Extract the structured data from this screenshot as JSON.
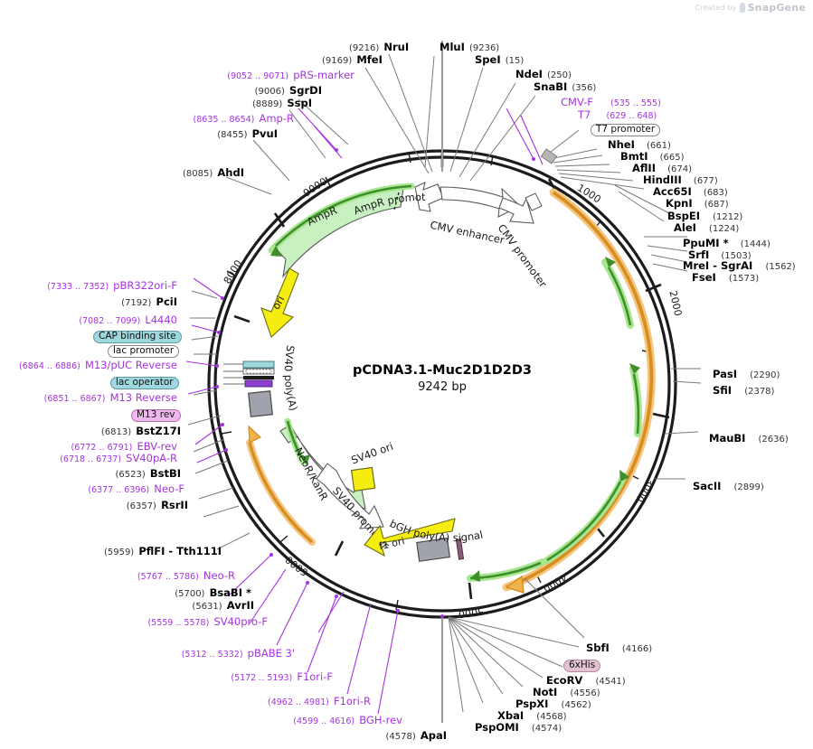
{
  "watermark": {
    "created_by": "Created by",
    "brand": "SnapGene",
    "mark_icon": "snapgene-logo-icon"
  },
  "plasmid": {
    "name": "pCDNA3.1-Muc2D1D2D3",
    "size": "9242 bp",
    "length_bp": 9242,
    "tick_labels": [
      "1000",
      "2000",
      "3000",
      "4000",
      "5000",
      "6000",
      "8000",
      "9000"
    ]
  },
  "colors": {
    "backbone": "#1c1c1c",
    "primer": "#a533e0",
    "enzyme": "#000000",
    "ampR_fill": "#c9f0c0",
    "ori_fill": "#f5ec10",
    "neoR_fill": "#c9f0c0",
    "f1ori_fill": "#f5ec10",
    "sv40ori_fill": "#f5ec10",
    "polyA_fill": "#a0a3ab",
    "insert_arc": "#f0b24a",
    "primer_arc": "#6fcf4a",
    "cap_site": "#9ed7de",
    "lac_operator": "#9ed7de",
    "m13_rev": "#efb9ef",
    "his_tag": "#e2c2d2",
    "white_arrow": "#ffffff"
  },
  "features": [
    {
      "name": "AmpR promoter",
      "type": "promoter",
      "color": "#ffffff"
    },
    {
      "name": "AmpR",
      "type": "cds",
      "color": "#c9f0c0"
    },
    {
      "name": "ori",
      "type": "rep_origin",
      "color": "#f5ec10"
    },
    {
      "name": "CMV enhancer",
      "type": "enhancer",
      "color": "#ffffff"
    },
    {
      "name": "CMV promoter",
      "type": "promoter",
      "color": "#ffffff"
    },
    {
      "name": "T7 promoter",
      "type": "promoter",
      "color": "#ffffff"
    },
    {
      "name": "SV40 poly(A) signal",
      "type": "polyA",
      "color": "#a0a3ab"
    },
    {
      "name": "NeoR/KanR",
      "type": "cds",
      "color": "#c9f0c0"
    },
    {
      "name": "SV40 promoter",
      "type": "promoter",
      "color": "#ffffff"
    },
    {
      "name": "SV40 ori",
      "type": "rep_origin",
      "color": "#f5ec10"
    },
    {
      "name": "f1 ori",
      "type": "rep_origin",
      "color": "#f5ec10"
    },
    {
      "name": "bGH poly(A) signal",
      "type": "polyA",
      "color": "#a0a3ab"
    },
    {
      "name": "CAP binding site",
      "type": "protein_bind",
      "color": "#9ed7de"
    },
    {
      "name": "lac promoter",
      "type": "promoter",
      "color": "#ffffff"
    },
    {
      "name": "lac operator",
      "type": "protein_bind",
      "color": "#9ed7de"
    },
    {
      "name": "M13 rev",
      "type": "primer_bind",
      "color": "#efb9ef"
    },
    {
      "name": "6xHis",
      "type": "tag",
      "color": "#e2c2d2"
    }
  ],
  "labels": {
    "top": [
      {
        "id": "nrul",
        "pos": "(9216)",
        "name": "NruI",
        "kind": "enzyme",
        "pos_side": "left"
      },
      {
        "id": "mfei",
        "pos": "(9169)",
        "name": "MfeI",
        "kind": "enzyme",
        "pos_side": "left"
      },
      {
        "id": "mlui",
        "pos": "(9236)",
        "name": "MluI",
        "kind": "enzyme",
        "pos_side": "right"
      },
      {
        "id": "spei",
        "pos": "(15)",
        "name": "SpeI",
        "kind": "enzyme",
        "pos_side": "right"
      },
      {
        "id": "ndei",
        "pos": "(250)",
        "name": "NdeI",
        "kind": "enzyme",
        "pos_side": "right"
      },
      {
        "id": "snabi",
        "pos": "(356)",
        "name": "SnaBI",
        "kind": "enzyme",
        "pos_side": "right"
      }
    ],
    "top_left": [
      {
        "id": "prs-marker",
        "pos": "(9052 .. 9071)",
        "name": "pRS-marker",
        "kind": "primer"
      },
      {
        "id": "sgrdi",
        "pos": "(9006)",
        "name": "SgrDI",
        "kind": "enzyme"
      },
      {
        "id": "sspi",
        "pos": "(8889)",
        "name": "SspI",
        "kind": "enzyme"
      },
      {
        "id": "amp-r",
        "pos": "(8635 .. 8654)",
        "name": "Amp-R",
        "kind": "primer"
      },
      {
        "id": "pvui",
        "pos": "(8455)",
        "name": "PvuI",
        "kind": "enzyme"
      },
      {
        "id": "ahdi",
        "pos": "(8085)",
        "name": "AhdI",
        "kind": "enzyme"
      }
    ],
    "top_right_primers": [
      {
        "id": "cmv-f",
        "pos": "(535 .. 555)",
        "name": "CMV-F",
        "kind": "primer"
      },
      {
        "id": "t7",
        "pos": "(629 .. 648)",
        "name": "T7",
        "kind": "primer"
      }
    ],
    "right_upper": [
      {
        "id": "nhei",
        "pos": "(661)",
        "name": "NheI",
        "kind": "enzyme"
      },
      {
        "id": "bmti",
        "pos": "(665)",
        "name": "BmtI",
        "kind": "enzyme"
      },
      {
        "id": "aflii",
        "pos": "(674)",
        "name": "AflII",
        "kind": "enzyme"
      },
      {
        "id": "hindiii",
        "pos": "(677)",
        "name": "HindIII",
        "kind": "enzyme"
      },
      {
        "id": "acc65i",
        "pos": "(683)",
        "name": "Acc65I",
        "kind": "enzyme"
      },
      {
        "id": "kpni",
        "pos": "(687)",
        "name": "KpnI",
        "kind": "enzyme"
      }
    ],
    "right_mid": [
      {
        "id": "bspei",
        "pos": "(1212)",
        "name": "BspEI",
        "kind": "enzyme"
      },
      {
        "id": "alei",
        "pos": "(1224)",
        "name": "AleI",
        "kind": "enzyme"
      },
      {
        "id": "ppumi",
        "pos": "(1444)",
        "name": "PpuMI *",
        "kind": "enzyme"
      },
      {
        "id": "srfi",
        "pos": "(1503)",
        "name": "SrfI",
        "kind": "enzyme"
      },
      {
        "id": "mrei",
        "pos": "(1562)",
        "name": "MreI - SgrAI",
        "kind": "enzyme"
      },
      {
        "id": "fsei",
        "pos": "(1573)",
        "name": "FseI",
        "kind": "enzyme"
      }
    ],
    "right_lower": [
      {
        "id": "pasi",
        "pos": "(2290)",
        "name": "PasI",
        "kind": "enzyme"
      },
      {
        "id": "sfii",
        "pos": "(2378)",
        "name": "SfiI",
        "kind": "enzyme"
      },
      {
        "id": "maubi",
        "pos": "(2636)",
        "name": "MauBI",
        "kind": "enzyme"
      },
      {
        "id": "sacii",
        "pos": "(2899)",
        "name": "SacII",
        "kind": "enzyme"
      }
    ],
    "left_upper": [
      {
        "id": "pbr322ori-f",
        "pos": "(7333 .. 7352)",
        "name": "pBR322ori-F",
        "kind": "primer"
      },
      {
        "id": "pcii",
        "pos": "(7192)",
        "name": "PciI",
        "kind": "enzyme"
      },
      {
        "id": "l4440",
        "pos": "(7082 .. 7099)",
        "name": "L4440",
        "kind": "primer"
      }
    ],
    "left_boxes": [
      {
        "id": "cap-binding-site",
        "name": "CAP binding site",
        "kind": "feature",
        "style": "teal"
      },
      {
        "id": "lac-promoter",
        "name": "lac promoter",
        "kind": "feature",
        "style": "plain"
      },
      {
        "id": "lac-operator",
        "name": "lac operator",
        "kind": "feature",
        "style": "teal"
      },
      {
        "id": "m13-rev",
        "name": "M13 rev",
        "kind": "feature",
        "style": "pink"
      }
    ],
    "left_mid": [
      {
        "id": "m13-puc-reverse",
        "pos": "(6864 .. 6886)",
        "name": "M13/pUC Reverse",
        "kind": "primer"
      },
      {
        "id": "m13-reverse",
        "pos": "(6851 .. 6867)",
        "name": "M13 Reverse",
        "kind": "primer"
      }
    ],
    "left_lower": [
      {
        "id": "bstz17i",
        "pos": "(6813)",
        "name": "BstZ17I",
        "kind": "enzyme"
      },
      {
        "id": "ebv-rev",
        "pos": "(6772 .. 6791)",
        "name": "EBV-rev",
        "kind": "primer"
      },
      {
        "id": "sv40pa-r",
        "pos": "(6718 .. 6737)",
        "name": "SV40pA-R",
        "kind": "primer"
      },
      {
        "id": "bstbi",
        "pos": "(6523)",
        "name": "BstBI",
        "kind": "enzyme"
      },
      {
        "id": "neo-f",
        "pos": "(6377 .. 6396)",
        "name": "Neo-F",
        "kind": "primer"
      },
      {
        "id": "rsrii",
        "pos": "(6357)",
        "name": "RsrII",
        "kind": "enzyme"
      }
    ],
    "bottom_left": [
      {
        "id": "pflfi",
        "pos": "(5959)",
        "name": "PflFI - Tth111I",
        "kind": "enzyme"
      },
      {
        "id": "neo-r",
        "pos": "(5767 .. 5786)",
        "name": "Neo-R",
        "kind": "primer"
      },
      {
        "id": "bsabi",
        "pos": "(5700)",
        "name": "BsaBI *",
        "kind": "enzyme"
      },
      {
        "id": "avrii",
        "pos": "(5631)",
        "name": "AvrII",
        "kind": "enzyme"
      },
      {
        "id": "sv40pro-f",
        "pos": "(5559 .. 5578)",
        "name": "SV40pro-F",
        "kind": "primer"
      },
      {
        "id": "pbabe3",
        "pos": "(5312 .. 5332)",
        "name": "pBABE 3'",
        "kind": "primer"
      },
      {
        "id": "f1ori-f",
        "pos": "(5172 .. 5193)",
        "name": "F1ori-F",
        "kind": "primer"
      },
      {
        "id": "f1ori-r",
        "pos": "(4962 .. 4981)",
        "name": "F1ori-R",
        "kind": "primer"
      },
      {
        "id": "bgh-rev",
        "pos": "(4599 .. 4616)",
        "name": "BGH-rev",
        "kind": "primer"
      },
      {
        "id": "apai",
        "pos": "(4578)",
        "name": "ApaI",
        "kind": "enzyme"
      }
    ],
    "bottom_right": [
      {
        "id": "sbfi",
        "pos": "(4166)",
        "name": "SbfI",
        "kind": "enzyme"
      },
      {
        "id": "ecorv",
        "pos": "(4541)",
        "name": "EcoRV",
        "kind": "enzyme"
      },
      {
        "id": "noti",
        "pos": "(4556)",
        "name": "NotI",
        "kind": "enzyme"
      },
      {
        "id": "pspxi",
        "pos": "(4562)",
        "name": "PspXI",
        "kind": "enzyme"
      },
      {
        "id": "xbai",
        "pos": "(4568)",
        "name": "XbaI",
        "kind": "enzyme"
      },
      {
        "id": "pspomi",
        "pos": "(4574)",
        "name": "PspOMI",
        "kind": "enzyme"
      }
    ],
    "his_tag": {
      "id": "6xhis",
      "name": "6xHis",
      "kind": "feature",
      "style": "mauve"
    },
    "t7_promoter_box": {
      "id": "t7-promoter",
      "name": "T7 promoter",
      "kind": "feature",
      "style": "plain"
    }
  }
}
